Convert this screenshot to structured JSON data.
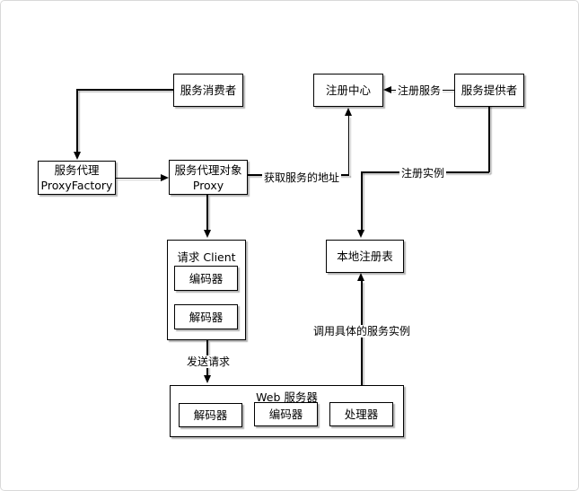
{
  "diagram": {
    "type": "flowchart",
    "language": "zh-CN",
    "nodes": {
      "consumer": {
        "label": "服务消费者"
      },
      "registry": {
        "label": "注册中心"
      },
      "provider": {
        "label": "服务提供者"
      },
      "proxy_factory": {
        "line1": "服务代理",
        "line2": "ProxyFactory"
      },
      "proxy": {
        "line1": "服务代理对象",
        "line2": "Proxy"
      },
      "client": {
        "label": "请求 Client",
        "encoder": "编码器",
        "decoder": "解码器"
      },
      "local_registry": {
        "label": "本地注册表"
      },
      "web_server": {
        "label": "Web 服务器",
        "decoder": "解码器",
        "encoder": "编码器",
        "handler": "处理器"
      }
    },
    "edges": {
      "register_service": "注册服务",
      "get_service_address": "获取服务的地址",
      "register_instance": "注册实例",
      "send_request": "发送请求",
      "invoke_instance": "调用具体的服务实例"
    },
    "relations": [
      {
        "from": "consumer",
        "to": "proxy_factory",
        "label": ""
      },
      {
        "from": "proxy_factory",
        "to": "proxy",
        "label": ""
      },
      {
        "from": "proxy",
        "to": "registry",
        "label": "获取服务的地址"
      },
      {
        "from": "provider",
        "to": "registry",
        "label": "注册服务"
      },
      {
        "from": "provider",
        "to": "local_registry",
        "label": "注册实例"
      },
      {
        "from": "proxy",
        "to": "client",
        "label": ""
      },
      {
        "from": "client",
        "to": "web_server",
        "label": "发送请求"
      },
      {
        "from": "web_server.handler",
        "to": "local_registry",
        "label": "调用具体的服务实例"
      }
    ],
    "colors": {
      "border": "#000000",
      "background": "#ffffff",
      "shadow": "#999999",
      "canvas_border": "#d9d9d9"
    }
  }
}
